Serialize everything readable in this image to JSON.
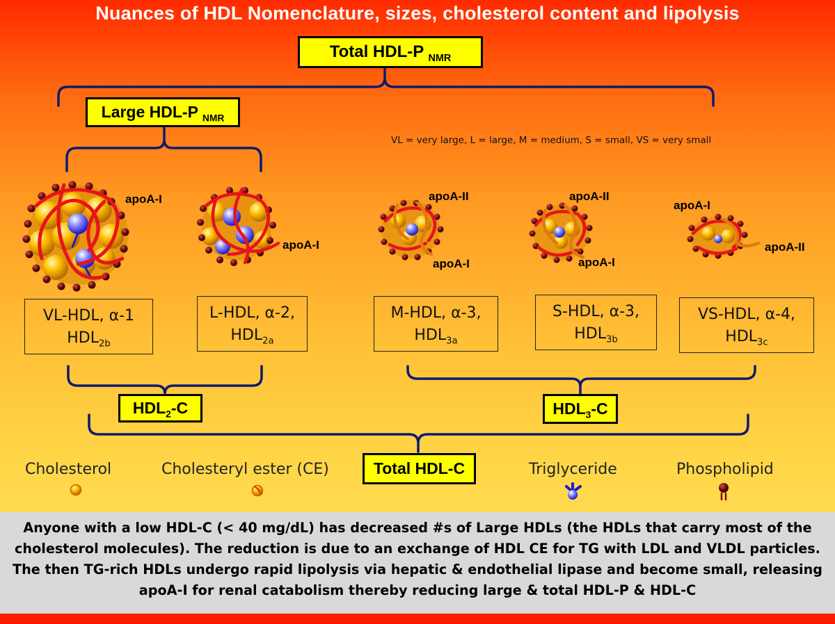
{
  "title": "Nuances of HDL Nomenclature, sizes, cholesterol content and lipolysis",
  "boxes": {
    "total_hdl_p": {
      "main": "Total HDL-P ",
      "sub": "NMR"
    },
    "large_hdl_p": {
      "main": "Large HDL-P ",
      "sub": "NMR"
    },
    "hdl2_c": {
      "pre": "HDL",
      "sub": "2",
      "post": "-C"
    },
    "hdl3_c": {
      "pre": "HDL",
      "sub": "3",
      "post": "-C"
    },
    "total_hdl_c": "Total HDL-C"
  },
  "abbreviations": "VL = very large, L = large, M = medium, S = small,  VS = very small",
  "subclasses": [
    {
      "line1": "VL-HDL, α-1",
      "base": "HDL",
      "sub": "2b"
    },
    {
      "line1": "L-HDL, α-2,",
      "base": "HDL",
      "sub": "2a"
    },
    {
      "line1": "M-HDL, α-3,",
      "base": "HDL",
      "sub": "3a"
    },
    {
      "line1": "S-HDL, α-3,",
      "base": "HDL",
      "sub": "3b"
    },
    {
      "line1": "VS-HDL, α-4,",
      "base": "HDL",
      "sub": "3c"
    }
  ],
  "apo_labels": {
    "a1": "apoA-I",
    "a2": "apoA-II"
  },
  "legend": {
    "cholesterol": "Cholesterol",
    "cholesteryl_ester": "Cholesteryl ester (CE)",
    "triglyceride": "Triglyceride",
    "phospholipid": "Phospholipid"
  },
  "footer": "Anyone with a low HDL-C (< 40 mg/dL) has decreased #s of Large HDLs (the HDLs that carry most of the cholesterol molecules). The reduction is due to an exchange of HDL CE for TG with LDL and VLDL particles. The then TG-rich HDLs undergo rapid lipolysis via hepatic & endothelial lipase and become small, releasing apoA-I for renal catabolism thereby reducing large & total HDL-P & HDL-C",
  "colors": {
    "bracket": "#0d1a6e",
    "box_fill": "#ffff00",
    "footer_bg": "#d9d9d9",
    "apo_helix": "#e8141a",
    "phospholipid_head": "#7a0a0a",
    "cholesterol": "#ffb300",
    "triglyceride": "#3344ee"
  }
}
